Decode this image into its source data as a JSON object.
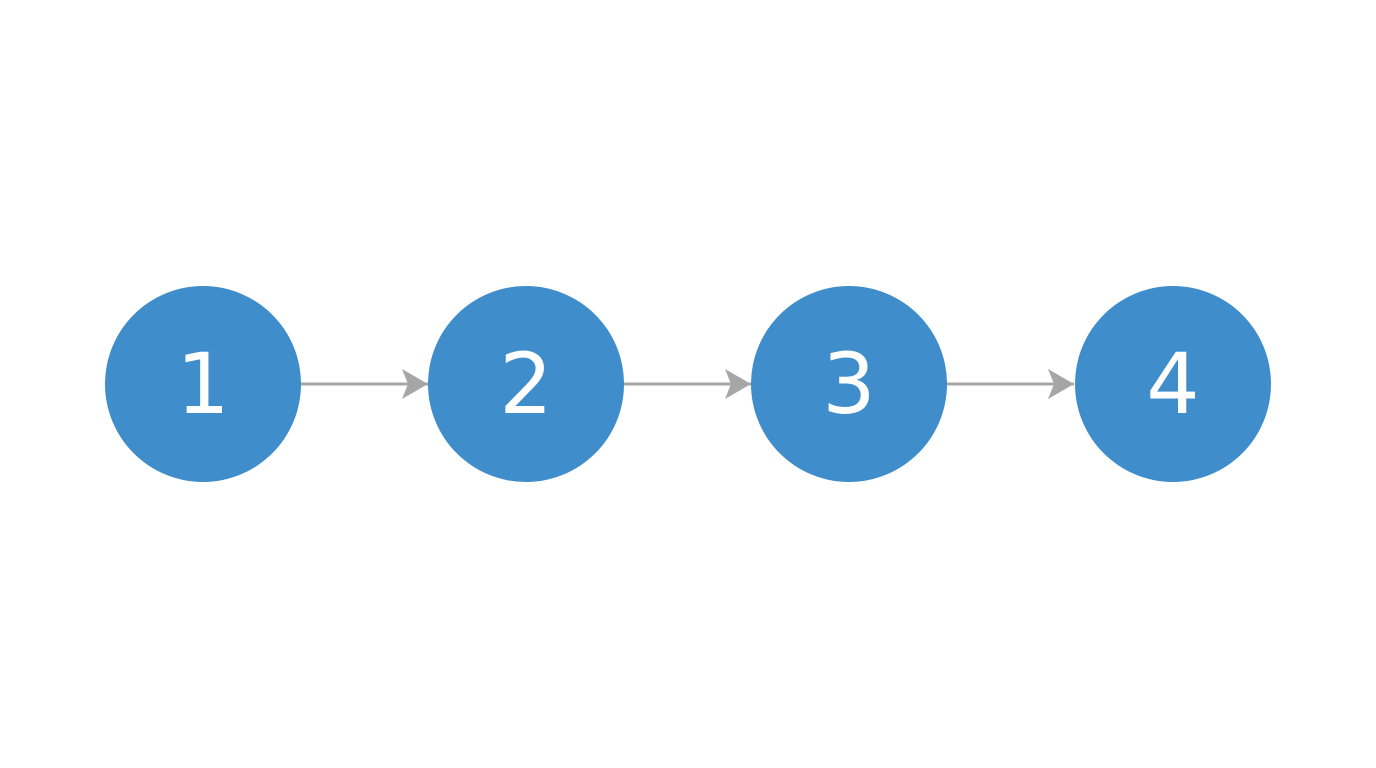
{
  "colors": {
    "background": "#ffffff",
    "step_fill": "#3f8dcb",
    "step_text": "#ffffff",
    "connector": "#a6a6a6"
  },
  "steps": [
    {
      "label": "1"
    },
    {
      "label": "2"
    },
    {
      "label": "3"
    },
    {
      "label": "4"
    }
  ]
}
